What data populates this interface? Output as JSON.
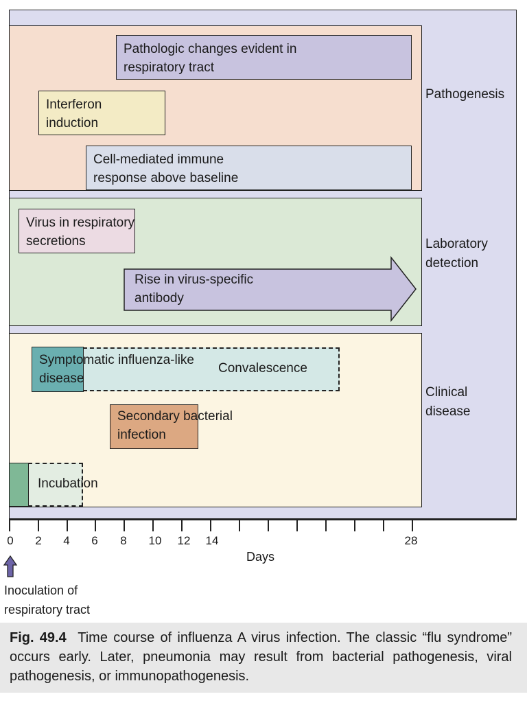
{
  "sections": {
    "pathogenesis": "Pathogenesis",
    "laboratory": "Laboratory detection",
    "clinical": "Clinical disease"
  },
  "boxes": {
    "pathologic_changes": "Pathologic changes evident in respiratory tract",
    "interferon": "Interferon induction",
    "cell_mediated": "Cell-mediated immune response above baseline",
    "virus_secretions": "Virus in respiratory secretions",
    "antibody_rise": "Rise in virus-specific antibody",
    "symptomatic": "Symptomatic influenza-like disease",
    "convalescence": "Convalescence",
    "secondary_bacterial": "Secondary bacterial infection",
    "incubation": "Incubation"
  },
  "axis": {
    "tick_labels": [
      "0",
      "2",
      "4",
      "6",
      "8",
      "10",
      "12",
      "14",
      "28"
    ],
    "title": "Days"
  },
  "inoculation_label": "Inoculation of respiratory tract",
  "caption": {
    "label": "Fig. 49.4",
    "text": "Time course of influenza A virus infection. The classic “flu syndrome” occurs early. Later, pneumonia may result from bacterial pathogenesis, viral pathogenesis, or immunopathogenesis."
  },
  "colors": {
    "frame": "#dcdcef",
    "pathogenesis_panel": "#f6decf",
    "laboratory_panel": "#dbe9d6",
    "clinical_panel": "#fcf5e2",
    "purple_box": "#c8c3df",
    "interferon_box": "#f3ebc5",
    "cell_mediated_box": "#d9deea",
    "virus_box": "#ecdbe3",
    "symptomatic_box": "#6aafb0",
    "convalescence_box": "#d4e8e6",
    "secondary_box": "#dca882",
    "incubation_box": "#7fb896",
    "arrow": "#6d64a8"
  }
}
